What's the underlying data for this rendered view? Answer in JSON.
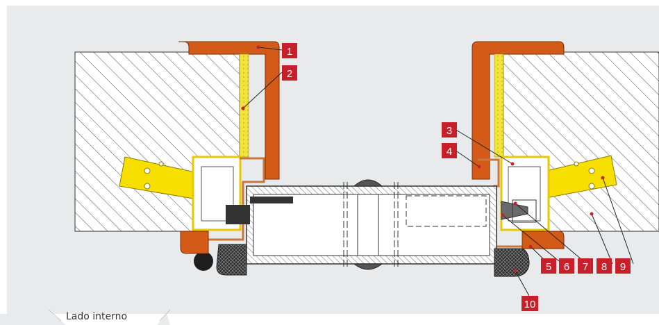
{
  "colors": {
    "background_panel": "#e8eaec",
    "wall_fill": "#ffffff",
    "hatch": "#4a4a4a",
    "frame_orange": "#d45a17",
    "foam_yellow": "#f2e43a",
    "anchor_yellow": "#f7e000",
    "profile_copper": "#c8763b",
    "gasket_gray": "#333333",
    "callout_red": "#c8202a",
    "door_leaf_hatch": "#666666"
  },
  "callouts": [
    {
      "id": "1",
      "label": "1"
    },
    {
      "id": "2",
      "label": "2"
    },
    {
      "id": "3",
      "label": "3"
    },
    {
      "id": "4",
      "label": "4"
    },
    {
      "id": "5",
      "label": "5"
    },
    {
      "id": "6",
      "label": "6"
    },
    {
      "id": "7",
      "label": "7"
    },
    {
      "id": "8",
      "label": "8"
    },
    {
      "id": "9",
      "label": "9"
    },
    {
      "id": "10",
      "label": "10"
    }
  ],
  "footer": {
    "side_label": "Lado interno"
  }
}
